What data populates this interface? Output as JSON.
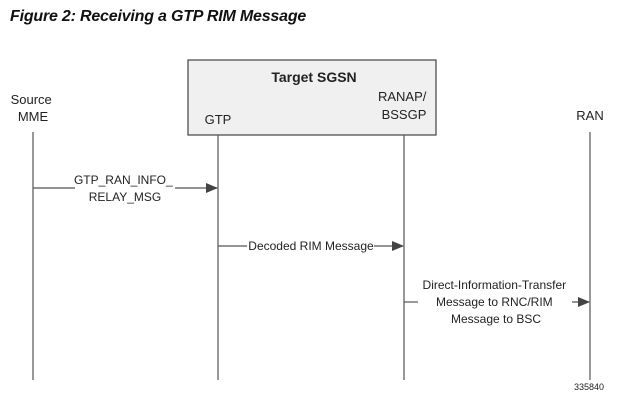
{
  "figure_title": "Figure 2: Receiving a GTP RIM Message",
  "box_title": "Target SGSN",
  "entities": {
    "source_mme": [
      "Source",
      "MME"
    ],
    "gtp": [
      "GTP"
    ],
    "ranap_bssgp": [
      "RANAP/",
      "BSSGP"
    ],
    "ran": [
      "RAN"
    ]
  },
  "messages": {
    "m1": [
      "GTP_RAN_INFO_",
      "RELAY_MSG"
    ],
    "m2": [
      "Decoded RIM Message"
    ],
    "m3": [
      "Direct-Information-Transfer",
      "Message to RNC/RIM",
      "Message to BSC"
    ]
  },
  "figure_id": "335840",
  "colors": {
    "box_fill": "#f0f0f0",
    "box_stroke": "#444444",
    "line": "#555555",
    "text": "#222222"
  }
}
